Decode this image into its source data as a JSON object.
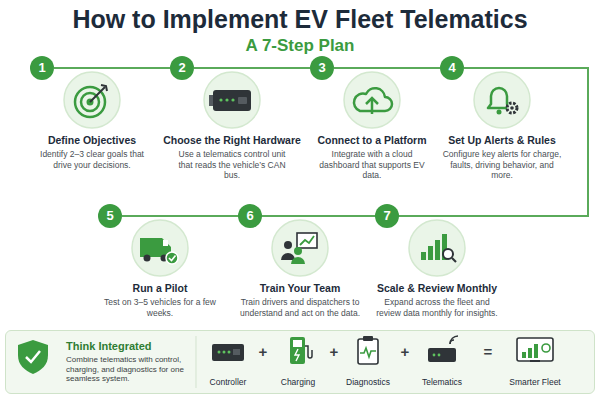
{
  "diagram": {
    "title": "How to Implement EV Fleet Telematics",
    "nodes": [
      {
        "text": [
          "1",
          "Define Objectives",
          "Identify 2–3 clear goals that drive your decisions."
        ]
      },
      {
        "text": [
          "2",
          "Choose the Right Hardware",
          "Use a telematics control unit that reads the vehicle’s CAN bus."
        ]
      },
      {
        "text": [
          "3",
          "Connect to a Platform",
          "Integrate with a cloud dashboard that supports EV data."
        ]
      },
      {
        "text": [
          "4",
          "Set Up Alerts & Rules",
          "Configure key alerts for charge, faults, driving behavior, and more."
        ]
      },
      {
        "text": [
          "5",
          "Run a Pilot",
          "Test on 3–5 vehicles for a few weeks."
        ]
      },
      {
        "text": [
          "6",
          "Train Your Team",
          "Train drivers and dispatchers to understand and act on the data."
        ]
      },
      {
        "text": [
          "7",
          "Scale & Review Monthly",
          "Expand across the fleet and review data monthly for insights."
        ]
      },
      {
        "text": [
          "Think Integrated",
          "Combine telematics with control, charging, and diagnostics for one seamless system."
        ]
      },
      {
        "text": [
          "Controller"
        ],
        "in": 7
      },
      {
        "text": [
          "Charging"
        ],
        "in": 7
      },
      {
        "text": [
          "Diagnostics"
        ],
        "in": 7
      },
      {
        "text": [
          "Telematics"
        ],
        "in": 7
      },
      {
        "text": [
          "Smarter Fleet"
        ],
        "in": 7
      }
    ],
    "edges": [
      {
        "from": 0,
        "to": 1,
        "arrow": "none"
      },
      {
        "from": 1,
        "to": 2,
        "arrow": "none"
      },
      {
        "from": 2,
        "to": 3,
        "arrow": "none"
      },
      {
        "from": 3,
        "to": 4,
        "arrow": "none"
      },
      {
        "from": 4,
        "to": 5,
        "arrow": "none"
      },
      {
        "from": 5,
        "to": 6,
        "arrow": "none"
      }
    ],
    "labels": [
      "A 7-Step Plan",
      "+",
      "+",
      "+",
      "="
    ]
  }
}
